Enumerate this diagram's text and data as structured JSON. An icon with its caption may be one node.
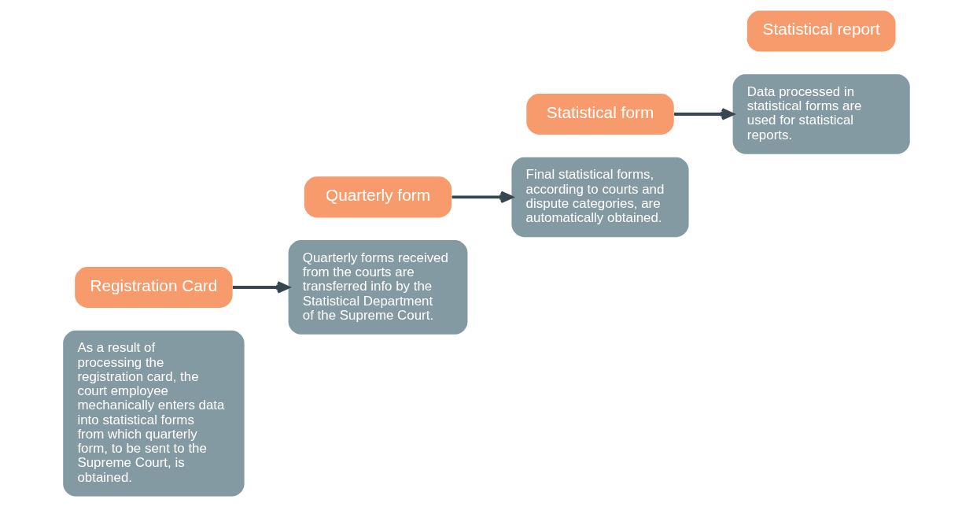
{
  "diagram": {
    "nodes": [
      {
        "text": [
          "As a result of processing the registration card, the court employee mechanically enters data into statistical forms from which quarterly form, to be sent to the Supreme Court, is obtained."
        ]
      },
      {
        "text": [
          "Registration Card"
        ]
      },
      {
        "text": [
          "Quarterly form"
        ]
      },
      {
        "text": [
          "Quarterly forms received from the courts are transferred info by the Statistical Department of the Supreme Court."
        ]
      },
      {
        "text": [
          "Final statistical forms, according to courts and dispute categories, are automatically obtained."
        ]
      },
      {
        "text": [
          "Statistical form"
        ]
      },
      {
        "text": [
          "Statistical report"
        ]
      },
      {
        "text": [
          "Data processed in statistical forms are used for statistical reports."
        ]
      }
    ],
    "edges": [
      {
        "from": 1,
        "to": 3,
        "arrow": "to"
      },
      {
        "from": 2,
        "to": 4,
        "arrow": "to"
      },
      {
        "from": 5,
        "to": 7,
        "arrow": "to"
      }
    ]
  }
}
